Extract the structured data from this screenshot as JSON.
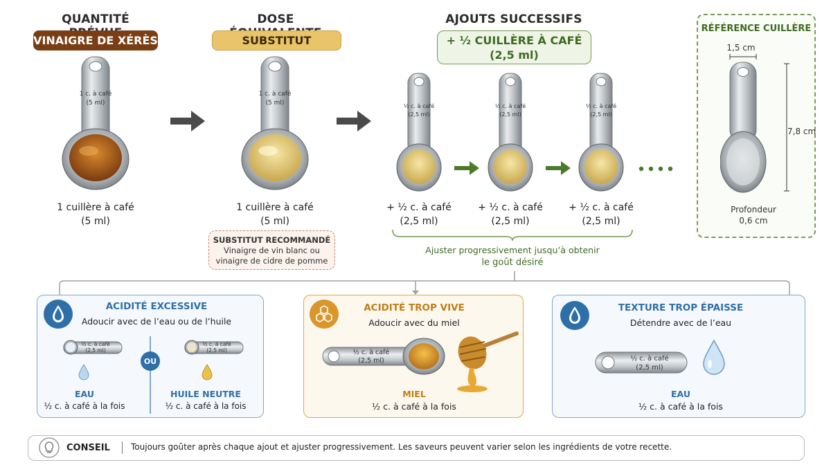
{
  "steps": {
    "planned": {
      "title": "QUANTITÉ PRÉVUE",
      "pill": "VINAIGRE DE XÉRÈS",
      "spoon_label_1": "1 c. à café",
      "spoon_label_2": "(5 ml)",
      "caption_1": "1 cuillère à café",
      "caption_2": "(5 ml)"
    },
    "equivalent": {
      "title": "DOSE ÉQUIVALENTE",
      "pill": "SUBSTITUT",
      "spoon_label_1": "1 c. à café",
      "spoon_label_2": "(5 ml)",
      "caption_1": "1 cuillère à café",
      "caption_2": "(5 ml)",
      "recommend_title": "SUBSTITUT RECOMMANDÉ",
      "recommend_line_1": "Vinaigre de vin blanc ou",
      "recommend_line_2": "vinaigre de cidre de pomme"
    },
    "successive": {
      "title": "AJOUTS SUCCESSIFS",
      "pill_1": "+ ½ CUILLÈRE À CAFÉ",
      "pill_2": "(2,5 ml)",
      "spoon_label_1": "½ c. à café",
      "spoon_label_2": "(2,5 ml)",
      "caption_1": "+ ½ c. à café",
      "caption_2": "(2,5 ml)",
      "adjust_1": "Ajuster progressivement jusqu’à obtenir",
      "adjust_2": "le goût désiré"
    }
  },
  "reference": {
    "title": "RÉFÉRENCE CUILLÈRE",
    "width": "1,5 cm",
    "length": "7,8 cm",
    "depth_label": "Profondeur",
    "depth_value": "0,6 cm"
  },
  "problems": [
    {
      "title": "ACIDITÉ EXCESSIVE",
      "subtitle": "Adoucir avec de l’eau ou de l’huile",
      "spoon_label_1": "½ c. à café",
      "spoon_label_2": "(2,5 ml)",
      "or_label": "OU",
      "left_name": "EAU",
      "left_dose": "½ c. à café à la fois",
      "right_name": "HUILE NEUTRE",
      "right_dose": "½ c. à café à la fois"
    },
    {
      "title": "ACIDITÉ TROP VIVE",
      "subtitle": "Adoucir avec du miel",
      "spoon_label_1": "½ c. à café",
      "spoon_label_2": "(2,5 ml)",
      "name": "MIEL",
      "dose": "½ c. à café à la fois"
    },
    {
      "title": "TEXTURE TROP ÉPAISSE",
      "subtitle": "Détendre avec de l’eau",
      "spoon_label_1": "½ c. à café",
      "spoon_label_2": "(2,5 ml)",
      "name": "EAU",
      "dose": "½ c. à café à la fois"
    }
  ],
  "tip": {
    "label": "CONSEIL",
    "text": "Toujours goûter après chaque ajout et ajuster progressivement. Les saveurs peuvent varier selon les ingrédients de votre recette."
  },
  "colors": {
    "sherry": "#7a3d14",
    "substitute": "#e9c46a",
    "green": "#4a7a2a",
    "blue": "#2f6fa8",
    "honey": "#d9962b"
  },
  "icons": [
    "arrow-right-icon",
    "water-drop-icon",
    "honeycomb-icon",
    "honey-dipper-icon",
    "oil-drop-icon",
    "lightbulb-icon",
    "measuring-spoon-icon"
  ]
}
